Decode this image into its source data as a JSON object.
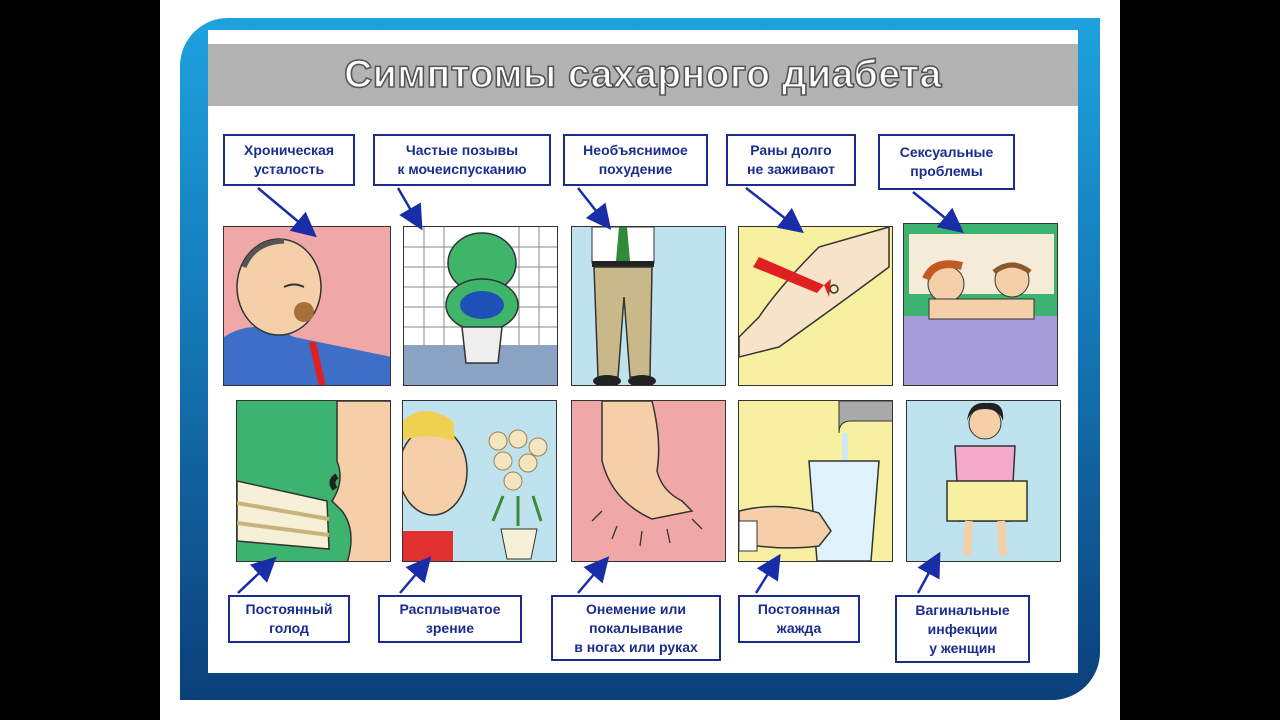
{
  "title": "Симптомы сахарного диабета",
  "labels_top": [
    {
      "text": "Хроническая\nусталость"
    },
    {
      "text": "Частые позывы\nк мочеиспусканию"
    },
    {
      "text": "Необъяснимое\nпохудение"
    },
    {
      "text": "Раны долго\nне заживают"
    },
    {
      "text": "Сексуальные\nпроблемы"
    }
  ],
  "labels_bottom": [
    {
      "text": "Постоянный\nголод"
    },
    {
      "text": "Расплывчатое\nзрение"
    },
    {
      "text": "Онемение или\nпокалывание\nв ногах или руках"
    },
    {
      "text": "Постоянная\nжажда"
    },
    {
      "text": "Вагинальные\nинфекции\nу женщин"
    }
  ],
  "colors": {
    "label_border": "#1a2d8f",
    "arrow": "#1a2da8",
    "title_bar": "#b3b3b3",
    "panel_pink": "#f0a7a7",
    "panel_green": "#6fc48f",
    "panel_blue": "#bfe2ef",
    "panel_yellow": "#f7f0a0",
    "panel_lavender": "#cfd2f0"
  }
}
